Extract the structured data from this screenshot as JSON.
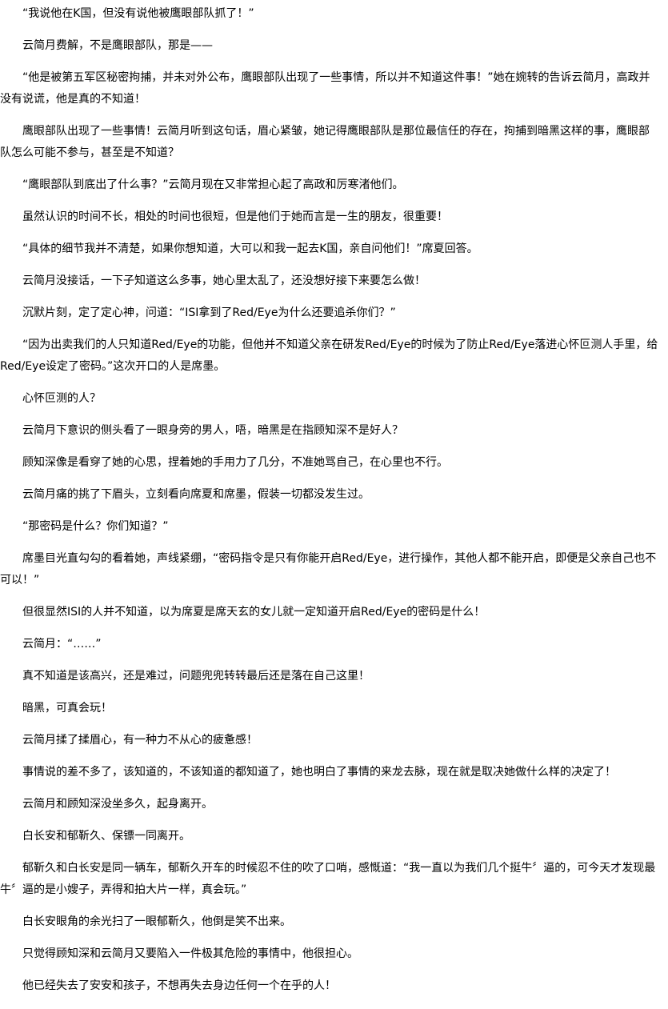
{
  "paragraphs": [
    "“我说他在K国，但没有说他被鹰眼部队抓了！”",
    "云简月费解，不是鹰眼部队，那是——",
    "“他是被第五军区秘密拘捕，并未对外公布，鹰眼部队出现了一些事情，所以并不知道这件事！”她在婉转的告诉云简月，高政并没有说谎，他是真的不知道！",
    "鹰眼部队出现了一些事情！云简月听到这句话，眉心紧皱，她记得鹰眼部队是那位最信任的存在，拘捕到暗黑这样的事，鹰眼部队怎么可能不参与，甚至是不知道？",
    "“鹰眼部队到底出了什么事？”云简月现在又非常担心起了高政和厉寒渚他们。",
    "虽然认识的时间不长，相处的时间也很短，但是他们于她而言是一生的朋友，很重要！",
    "“具体的细节我并不清楚，如果你想知道，大可以和我一起去K国，亲自问他们！”席夏回答。",
    "云简月没接话，一下子知道这么多事，她心里太乱了，还没想好接下来要怎么做！",
    "沉默片刻，定了定心神，问道：“ISI拿到了Red/Eye为什么还要追杀你们？”",
    "“因为出卖我们的人只知道Red/Eye的功能，但他并不知道父亲在研发Red/Eye的时候为了防止Red/Eye落进心怀叵测人手里，给Red/Eye设定了密码。”这次开口的人是席墨。",
    "心怀叵测的人？",
    "云简月下意识的侧头看了一眼身旁的男人，唔，暗黑是在指顾知深不是好人？",
    "顾知深像是看穿了她的心思，捏着她的手用力了几分，不准她骂自己，在心里也不行。",
    "云简月痛的挑了下眉头，立刻看向席夏和席墨，假装一切都没发生过。",
    "“那密码是什么？你们知道？”",
    "席墨目光直勾勾的看着她，声线紧绷，“密码指令是只有你能开启Red/Eye，进行操作，其他人都不能开启，即便是父亲自己也不可以！”",
    "但很显然ISI的人并不知道，以为席夏是席天玄的女儿就一定知道开启Red/Eye的密码是什么！",
    "云简月：“……”",
    "真不知道是该高兴，还是难过，问题兜兜转转最后还是落在自己这里！",
    "暗黑，可真会玩！",
    "云简月揉了揉眉心，有一种力不从心的疲惫感！",
    "事情说的差不多了，该知道的，不该知道的都知道了，她也明白了事情的来龙去脉，现在就是取决她做什么样的决定了！",
    "云简月和顾知深没坐多久，起身离开。",
    "白长安和郁靳久、保镖一同离开。",
    "郁靳久和白长安是同一辆车，郁靳久开车的时候忍不住的吹了口哨，感慨道：“我一直以为我们几个挺牛〞逼的，可今天才发现最牛〞逼的是小嫂子，弄得和拍大片一样，真会玩。”",
    "白长安眼角的余光扫了一眼郁靳久，他倒是笑不出来。",
    "只觉得顾知深和云简月又要陷入一件极其危险的事情中，他很担心。",
    "他已经失去了安安和孩子，不想再失去身边任何一个在乎的人！"
  ]
}
